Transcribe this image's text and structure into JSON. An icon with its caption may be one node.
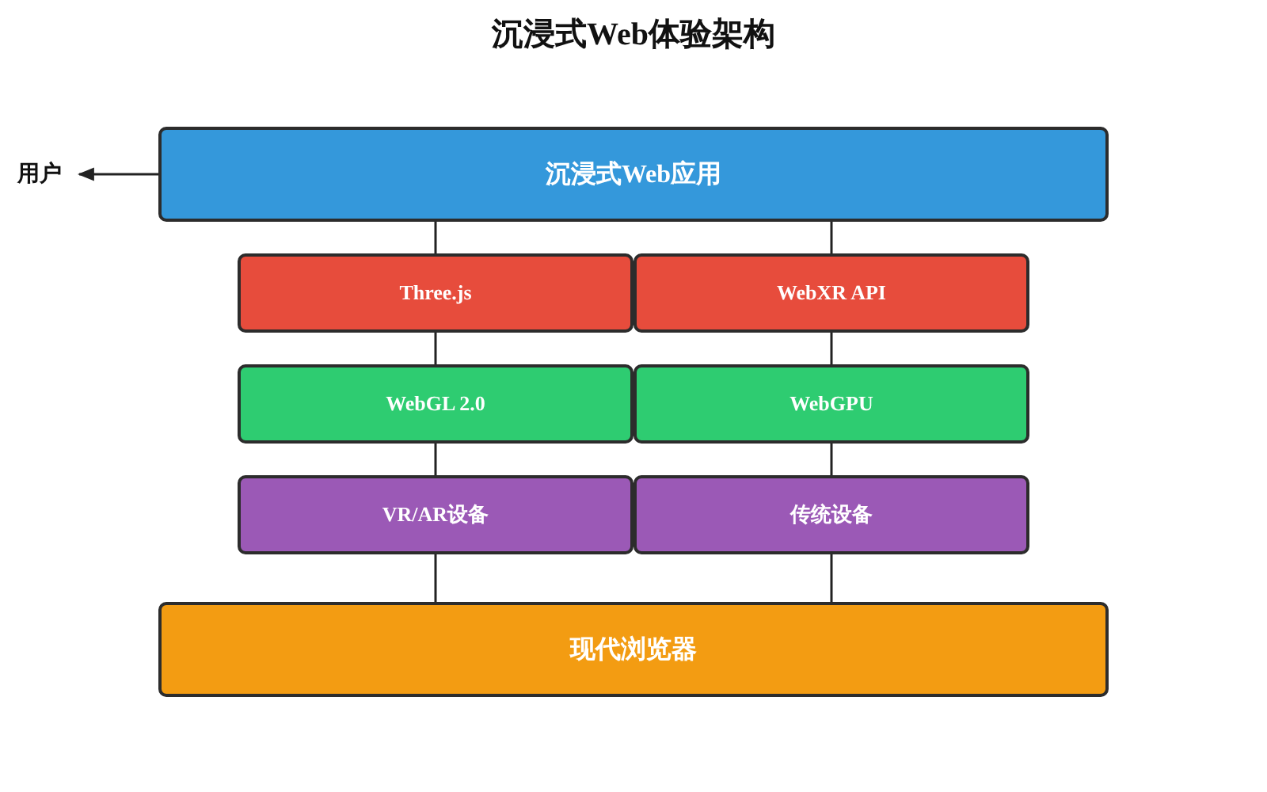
{
  "diagram": {
    "title": "沉浸式Web体验架构",
    "nodes": [
      {
        "text": [
          "用户"
        ]
      },
      {
        "text": [
          "沉浸式Web应用"
        ]
      },
      {
        "text": [
          "Three.js"
        ]
      },
      {
        "text": [
          "WebXR API"
        ]
      },
      {
        "text": [
          "WebGL 2.0"
        ]
      },
      {
        "text": [
          "WebGPU"
        ]
      },
      {
        "text": [
          "VR/AR设备"
        ]
      },
      {
        "text": [
          "传统设备"
        ]
      },
      {
        "text": [
          "现代浏览器"
        ]
      }
    ],
    "edges": [
      {
        "from": 1,
        "to": 0,
        "arrow": "to"
      },
      {
        "from": 1,
        "to": 2,
        "arrow": "none"
      },
      {
        "from": 1,
        "to": 3,
        "arrow": "none"
      },
      {
        "from": 2,
        "to": 4,
        "arrow": "none"
      },
      {
        "from": 3,
        "to": 5,
        "arrow": "none"
      },
      {
        "from": 4,
        "to": 6,
        "arrow": "none"
      },
      {
        "from": 5,
        "to": 7,
        "arrow": "none"
      },
      {
        "from": 6,
        "to": 8,
        "arrow": "none"
      },
      {
        "from": 7,
        "to": 8,
        "arrow": "none"
      }
    ]
  }
}
